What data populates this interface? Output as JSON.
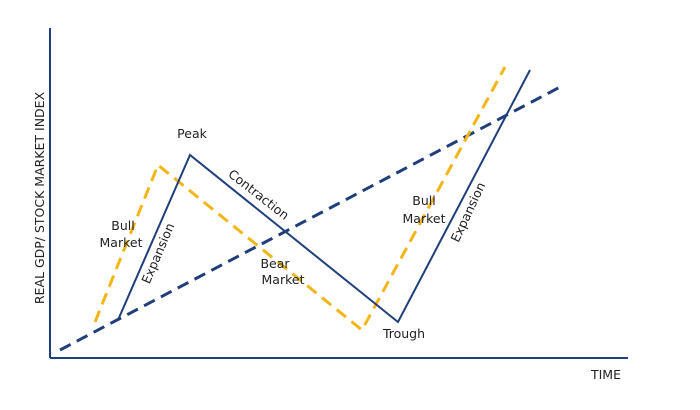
{
  "axes": {
    "y_label": "REAL GDP/ STOCK MARKET INDEX",
    "x_label": "TIME"
  },
  "labels": {
    "peak": "Peak",
    "contraction": "Contraction",
    "bear_line1": "Bear",
    "bear_line2": "Market",
    "trough": "Trough",
    "bull_left_line1": "Bull",
    "bull_left_line2": "Market",
    "expansion_left": "Expansion",
    "bull_right_line1": "Bull",
    "bull_right_line2": "Market",
    "expansion_right": "Expansion"
  },
  "colors": {
    "axis": "#1f3f7a",
    "gdp_cycle": "#1f3f7a",
    "trend": "#1f3f7a",
    "stock_market": "#f2b619",
    "text": "#222222"
  }
}
